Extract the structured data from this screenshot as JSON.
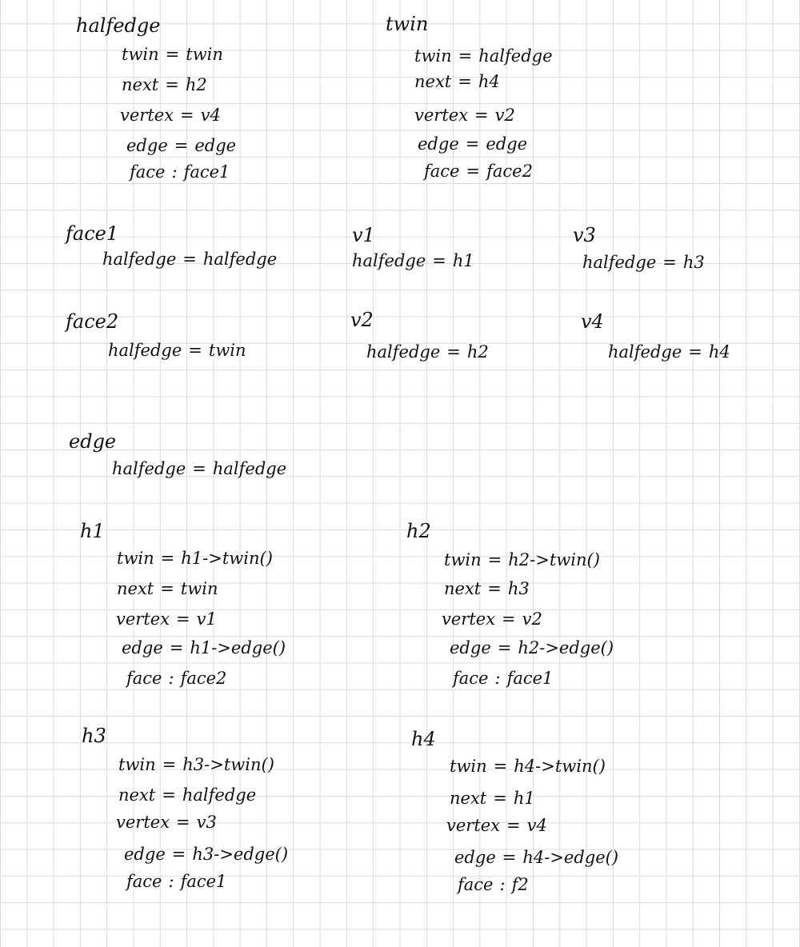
{
  "page": {
    "background": "#ffffff",
    "grid_color": "#dcdcdc",
    "ink_color": "#111111"
  },
  "halfedge": {
    "title": "halfedge",
    "rows": [
      {
        "key": "twin",
        "sep": "=",
        "value": "twin"
      },
      {
        "key": "next",
        "sep": "=",
        "value": "h2"
      },
      {
        "key": "vertex",
        "sep": "=",
        "value": "v4"
      },
      {
        "key": "edge",
        "sep": "=",
        "value": "edge"
      },
      {
        "key": "face",
        "sep": ":",
        "value": "face1"
      }
    ]
  },
  "twin": {
    "title": "twin",
    "rows": [
      {
        "key": "twin",
        "sep": "=",
        "value": "halfedge"
      },
      {
        "key": "next",
        "sep": "=",
        "value": "h4"
      },
      {
        "key": "vertex",
        "sep": "=",
        "value": "v2"
      },
      {
        "key": "edge",
        "sep": "=",
        "value": "edge"
      },
      {
        "key": "face",
        "sep": "=",
        "value": "face2"
      }
    ]
  },
  "face1": {
    "title": "face1",
    "rows": [
      {
        "key": "halfedge",
        "sep": "=",
        "value": "halfedge"
      }
    ]
  },
  "face2": {
    "title": "face2",
    "rows": [
      {
        "key": "halfedge",
        "sep": "=",
        "value": "twin"
      }
    ]
  },
  "v1": {
    "title": "v1",
    "rows": [
      {
        "key": "halfedge",
        "sep": "=",
        "value": "h1"
      }
    ]
  },
  "v2": {
    "title": "v2",
    "rows": [
      {
        "key": "halfedge",
        "sep": "=",
        "value": "h2"
      }
    ]
  },
  "v3": {
    "title": "v3",
    "rows": [
      {
        "key": "halfedge",
        "sep": "=",
        "value": "h3"
      }
    ]
  },
  "v4": {
    "title": "v4",
    "rows": [
      {
        "key": "halfedge",
        "sep": "=",
        "value": "h4"
      }
    ]
  },
  "edge": {
    "title": "edge",
    "rows": [
      {
        "key": "halfedge",
        "sep": "=",
        "value": "halfedge"
      }
    ]
  },
  "h1": {
    "title": "h1",
    "rows": [
      {
        "key": "twin",
        "sep": "=",
        "value": "h1->twin()"
      },
      {
        "key": "next",
        "sep": "=",
        "value": "twin"
      },
      {
        "key": "vertex",
        "sep": "=",
        "value": "v1"
      },
      {
        "key": "edge",
        "sep": "=",
        "value": "h1->edge()"
      },
      {
        "key": "face",
        "sep": ":",
        "value": "face2"
      }
    ]
  },
  "h2": {
    "title": "h2",
    "rows": [
      {
        "key": "twin",
        "sep": "=",
        "value": "h2->twin()"
      },
      {
        "key": "next",
        "sep": "=",
        "value": "h3"
      },
      {
        "key": "vertex",
        "sep": "=",
        "value": "v2"
      },
      {
        "key": "edge",
        "sep": "=",
        "value": "h2->edge()"
      },
      {
        "key": "face",
        "sep": ":",
        "value": "face1"
      }
    ]
  },
  "h3": {
    "title": "h3",
    "rows": [
      {
        "key": "twin",
        "sep": "=",
        "value": "h3->twin()"
      },
      {
        "key": "next",
        "sep": "=",
        "value": "halfedge"
      },
      {
        "key": "vertex",
        "sep": "=",
        "value": "v3"
      },
      {
        "key": "edge",
        "sep": "=",
        "value": "h3->edge()"
      },
      {
        "key": "face",
        "sep": ":",
        "value": "face1"
      }
    ]
  },
  "h4": {
    "title": "h4",
    "rows": [
      {
        "key": "twin",
        "sep": "=",
        "value": "h4->twin()"
      },
      {
        "key": "next",
        "sep": "=",
        "value": "h1"
      },
      {
        "key": "vertex",
        "sep": "=",
        "value": "v4"
      },
      {
        "key": "edge",
        "sep": "=",
        "value": "h4->edge()"
      },
      {
        "key": "face",
        "sep": ":",
        "value": "f2"
      }
    ]
  }
}
